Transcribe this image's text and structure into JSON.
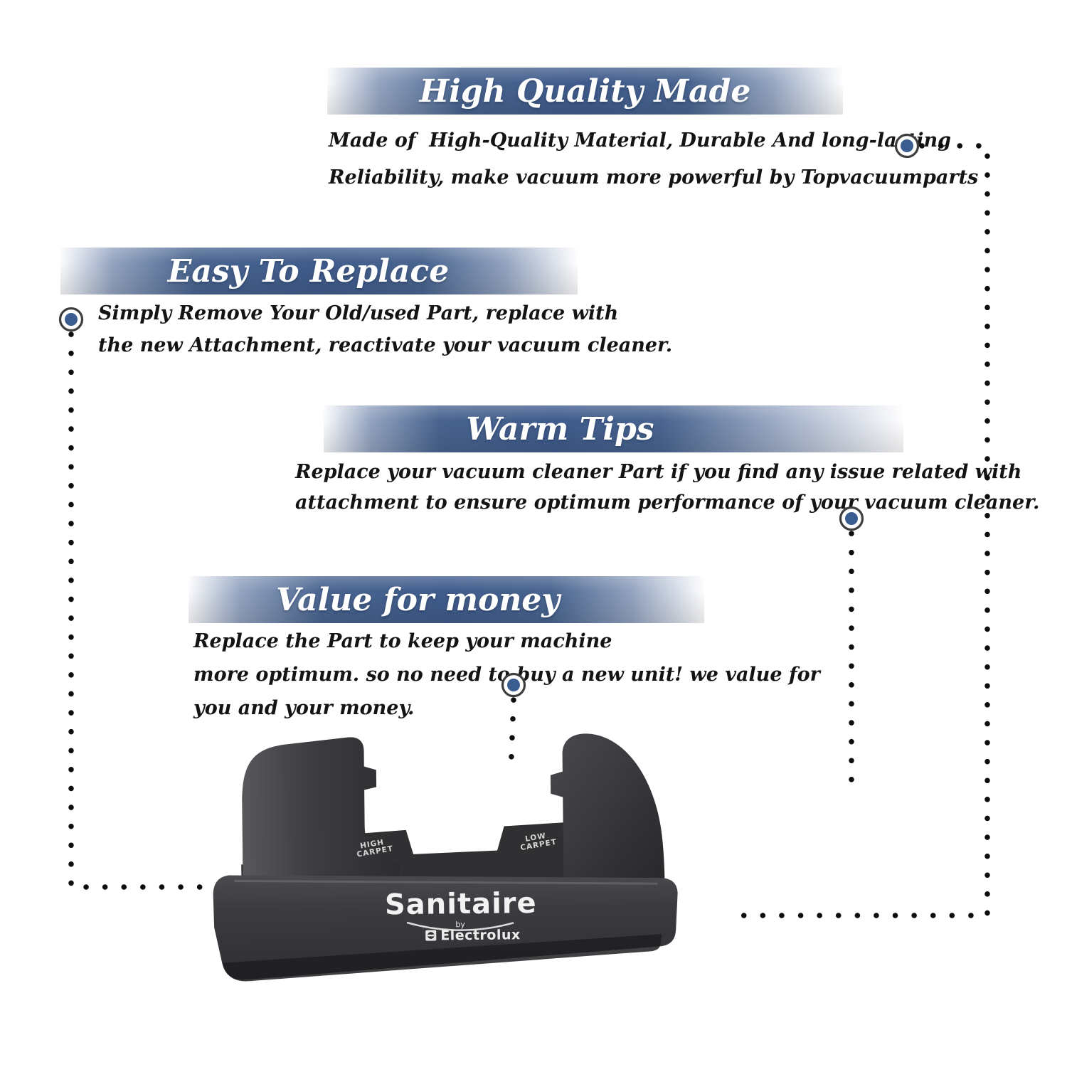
{
  "page": {
    "background": "#ffffff"
  },
  "colors": {
    "banner_blue": "#405c8c",
    "banner_fade": "#f0f2f6",
    "title_text": "#ffffff",
    "body_text": "#141414",
    "dot_color": "#0d0d0d",
    "marker_ring": "#3e3e3e",
    "marker_fill": "#3a5c8e",
    "product_body": "#39393d",
    "product_logo_text": "#f2f2f2"
  },
  "sections": [
    {
      "title": "High Quality Made",
      "lines": [
        "Made of  High-Quality Material, Durable And long-lasting",
        "Reliability, make vacuum more powerful by Topvacuumparts"
      ]
    },
    {
      "title": "Easy To Replace",
      "lines": [
        "Simply Remove Your Old/used Part, replace with",
        "the new Attachment, reactivate your vacuum cleaner."
      ]
    },
    {
      "title": "Warm Tips",
      "lines": [
        "Replace your vacuum cleaner Part if you find any issue related with",
        "attachment to ensure optimum performance of your vacuum cleaner."
      ]
    },
    {
      "title": "Value for money",
      "lines": [
        "Replace the Part to keep your machine",
        "more optimum. so no need to buy a new unit! we value for",
        "you and your money."
      ]
    }
  ],
  "product": {
    "brand": "Sanitaire",
    "byline": "by",
    "sub_brand": "Electrolux",
    "labels": {
      "left": [
        "HIGH",
        "CARPET"
      ],
      "right": [
        "LOW",
        "CARPET"
      ]
    }
  }
}
